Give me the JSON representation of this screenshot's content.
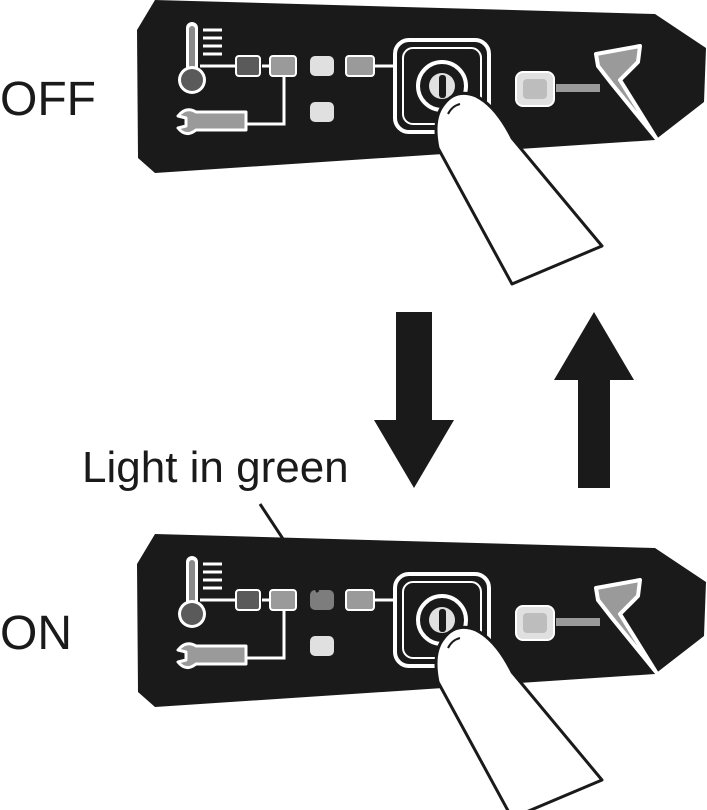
{
  "states": {
    "off": {
      "label": "OFF",
      "green_light_on": false
    },
    "on": {
      "label": "ON",
      "green_light_on": true
    }
  },
  "callout": {
    "text": "Light in green"
  },
  "transitions": [
    {
      "direction": "down",
      "from": "OFF",
      "to": "ON"
    },
    {
      "direction": "up",
      "from": "ON",
      "to": "OFF"
    }
  ],
  "icons": {
    "panel": [
      "thermometer-icon",
      "wrench-icon",
      "power-button-icon",
      "golf-tee-icon",
      "finger-icon"
    ],
    "arrows": [
      "arrow-down-icon",
      "arrow-up-icon"
    ]
  },
  "colors": {
    "panel": "#1a1a1a",
    "indicator_dark": "#5a5a5a",
    "indicator_mid": "#9a9a9a",
    "indicator_light": "#e0e0e0",
    "green_light_lit": "#7d7d7d",
    "stroke": "#ffffff",
    "arrow": "#1a1a1a"
  }
}
